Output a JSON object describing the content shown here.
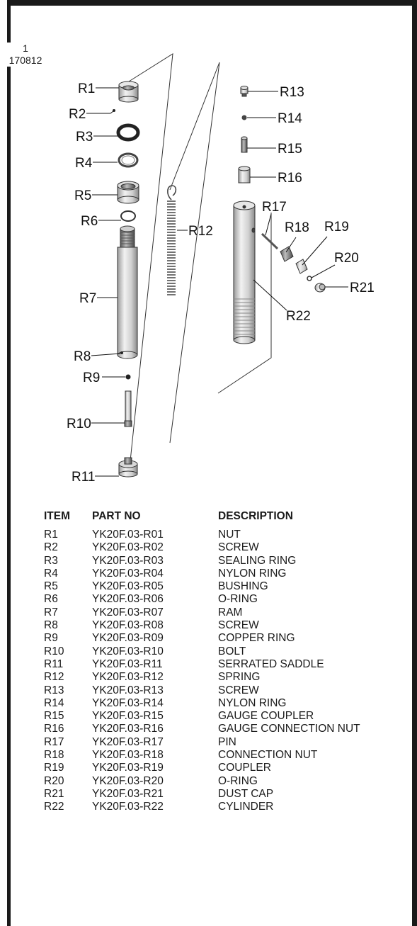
{
  "page_ref": {
    "line1": "1",
    "line2": "170812"
  },
  "callouts": [
    "R1",
    "R2",
    "R3",
    "R4",
    "R5",
    "R6",
    "R7",
    "R8",
    "R9",
    "R10",
    "R11",
    "R12",
    "R13",
    "R14",
    "R15",
    "R16",
    "R17",
    "R18",
    "R19",
    "R20",
    "R21",
    "R22"
  ],
  "table": {
    "headers": {
      "item": "ITEM",
      "part_no": "PART NO",
      "description": "DESCRIPTION"
    },
    "rows": [
      {
        "item": "R1",
        "part_no": "YK20F.03-R01",
        "description": "NUT"
      },
      {
        "item": "R2",
        "part_no": "YK20F.03-R02",
        "description": "SCREW"
      },
      {
        "item": "R3",
        "part_no": "YK20F.03-R03",
        "description": "SEALING RING"
      },
      {
        "item": "R4",
        "part_no": "YK20F.03-R04",
        "description": "NYLON RING"
      },
      {
        "item": "R5",
        "part_no": "YK20F.03-R05",
        "description": "BUSHING"
      },
      {
        "item": "R6",
        "part_no": "YK20F.03-R06",
        "description": "O-RING"
      },
      {
        "item": "R7",
        "part_no": "YK20F.03-R07",
        "description": "RAM"
      },
      {
        "item": "R8",
        "part_no": "YK20F.03-R08",
        "description": "SCREW"
      },
      {
        "item": "R9",
        "part_no": "YK20F.03-R09",
        "description": "COPPER RING"
      },
      {
        "item": "R10",
        "part_no": "YK20F.03-R10",
        "description": "BOLT"
      },
      {
        "item": "R11",
        "part_no": "YK20F.03-R11",
        "description": "SERRATED SADDLE"
      },
      {
        "item": "R12",
        "part_no": "YK20F.03-R12",
        "description": "SPRING"
      },
      {
        "item": "R13",
        "part_no": "YK20F.03-R13",
        "description": "SCREW"
      },
      {
        "item": "R14",
        "part_no": "YK20F.03-R14",
        "description": "NYLON RING"
      },
      {
        "item": "R15",
        "part_no": "YK20F.03-R15",
        "description": "GAUGE COUPLER"
      },
      {
        "item": "R16",
        "part_no": "YK20F.03-R16",
        "description": "GAUGE CONNECTION NUT"
      },
      {
        "item": "R17",
        "part_no": "YK20F.03-R17",
        "description": "PIN"
      },
      {
        "item": "R18",
        "part_no": "YK20F.03-R18",
        "description": "CONNECTION NUT"
      },
      {
        "item": "R19",
        "part_no": "YK20F.03-R19",
        "description": "COUPLER"
      },
      {
        "item": "R20",
        "part_no": "YK20F.03-R20",
        "description": "O-RING"
      },
      {
        "item": "R21",
        "part_no": "YK20F.03-R21",
        "description": "DUST CAP"
      },
      {
        "item": "R22",
        "part_no": "YK20F.03-R22",
        "description": "CYLINDER"
      }
    ]
  }
}
